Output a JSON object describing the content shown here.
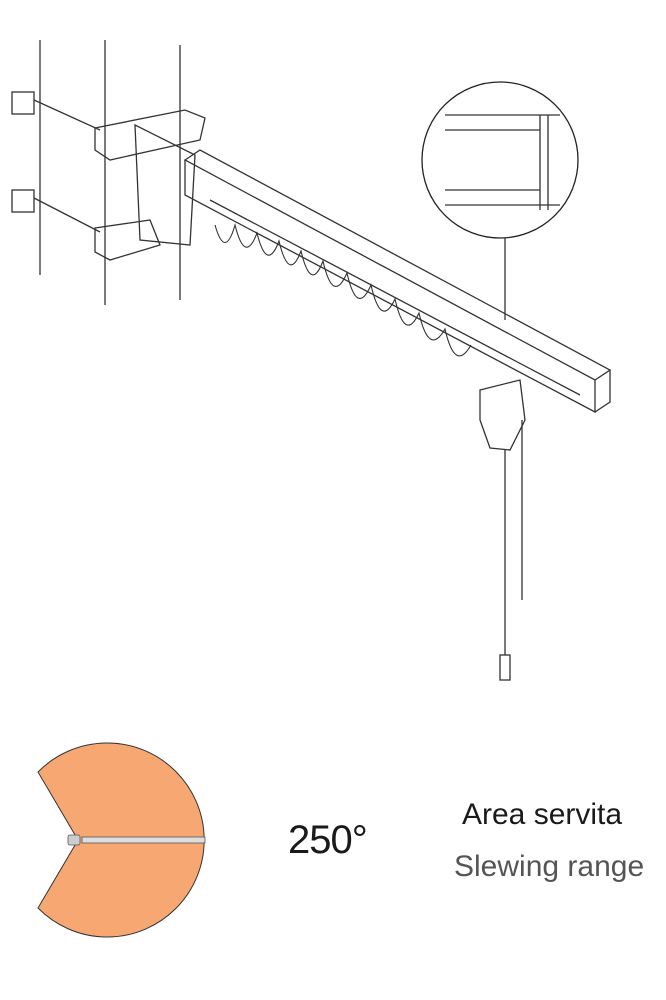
{
  "slewing": {
    "angle_label": "250°",
    "angle_degrees": 250,
    "title": "Area servita",
    "subtitle": "Slewing range",
    "fill_color": "#F7A872"
  }
}
